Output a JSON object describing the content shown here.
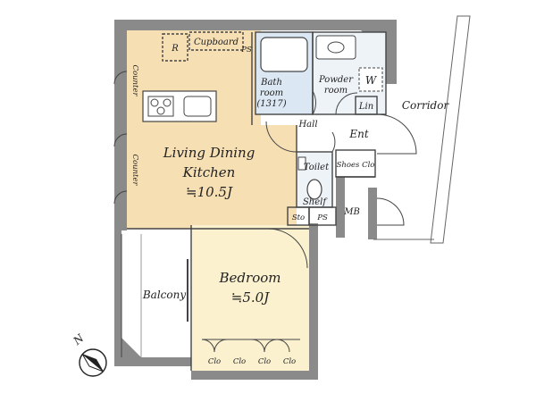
{
  "colors": {
    "wall": "#8a8a8a",
    "ldk_floor": "#f7dfb4",
    "bedroom_floor": "#fbf1cf",
    "bath_floor": "#dbe8f3",
    "wet_floor": "#eef3f8",
    "line": "#444444"
  },
  "rooms": {
    "ldk_name_line1": "Living Dining",
    "ldk_name_line2": "Kitchen",
    "ldk_size": "≒10.5J",
    "bedroom_name": "Bedroom",
    "bedroom_size": "≒5.0J",
    "bath_line1": "Bath",
    "bath_line2": "room",
    "bath_line3": "(1317)",
    "powder_line1": "Powder",
    "powder_line2": "room",
    "washer": "W",
    "toilet": "Toilet",
    "shelf": "Shelf",
    "hall": "Hall",
    "entrance": "Ent",
    "shoes_closet": "Shoes Clo",
    "linen": "Lin",
    "balcony": "Balcony",
    "corridor": "Corridor",
    "meter_box": "MB",
    "pipe_space_top": "PS",
    "pipe_space_bottom": "PS",
    "storage": "Sto",
    "refrigerator": "R",
    "cupboard": "Cupboard",
    "counter_top": "Counter",
    "counter_mid": "Counter",
    "closets": [
      "Clo",
      "Clo",
      "Clo",
      "Clo"
    ]
  },
  "compass": {
    "north_label": "N"
  }
}
